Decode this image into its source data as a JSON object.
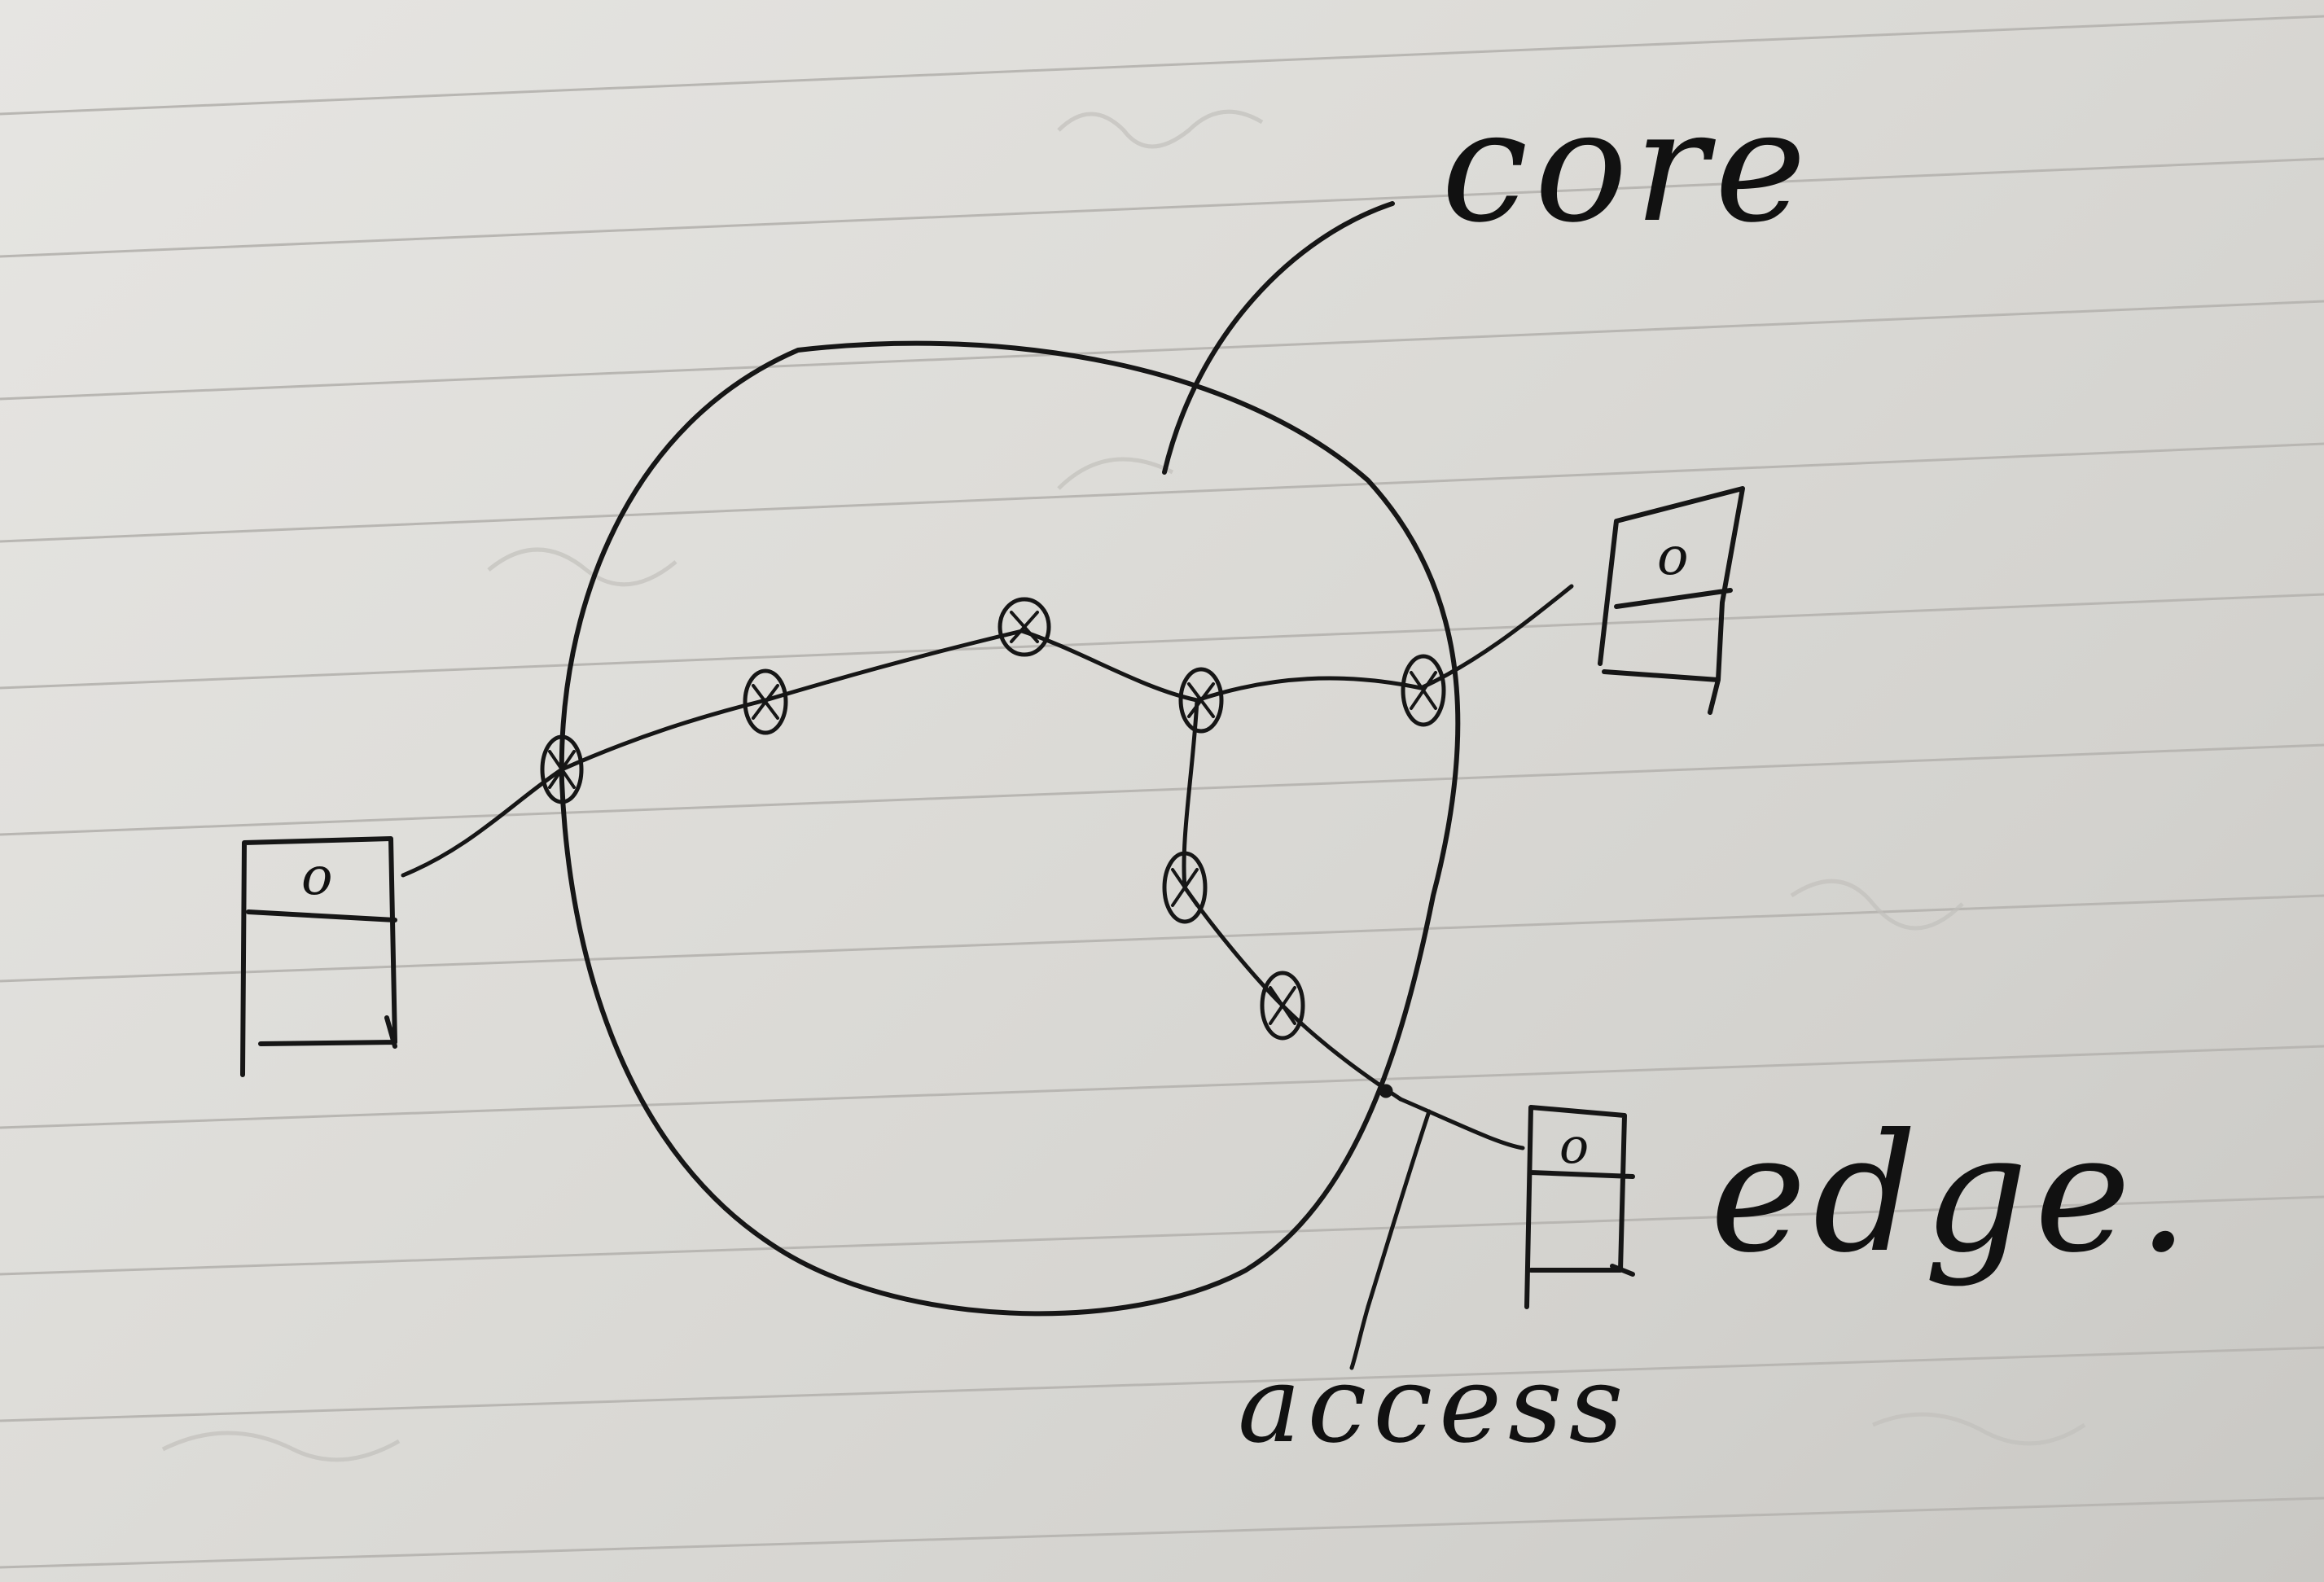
{
  "diagram": {
    "labels": {
      "core": "core",
      "edge": "edge.",
      "access": "access"
    },
    "host_marks": [
      "o",
      "o",
      "o"
    ],
    "router_glyph": "⊗",
    "colors": {
      "ink": "#161616",
      "paper": "#dedcd8",
      "rule": "#b9b7b3"
    }
  }
}
